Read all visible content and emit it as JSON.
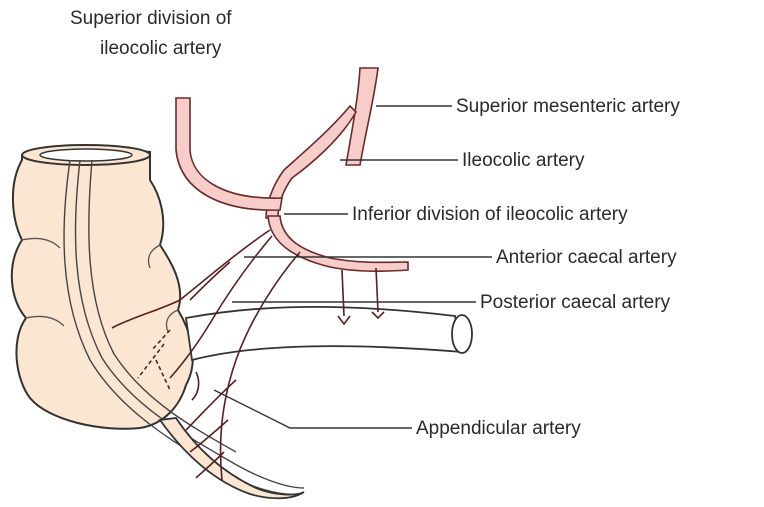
{
  "labels": {
    "superior_division_line1": "Superior division of",
    "superior_division_line2": "ileocolic artery",
    "superior_mesenteric": "Superior mesenteric artery",
    "ileocolic": "Ileocolic artery",
    "inferior_division": "Inferior division of ileocolic artery",
    "anterior_caecal": "Anterior caecal artery",
    "posterior_caecal": "Posterior caecal artery",
    "appendicular": "Appendicular artery"
  },
  "colors": {
    "artery_fill": "#f6cdc8",
    "artery_outline": "#6b2a2a",
    "caecum_fill": "#fbe6d2",
    "outline": "#333333",
    "leader_line": "#333333",
    "small_branch": "#5a1f1f"
  }
}
